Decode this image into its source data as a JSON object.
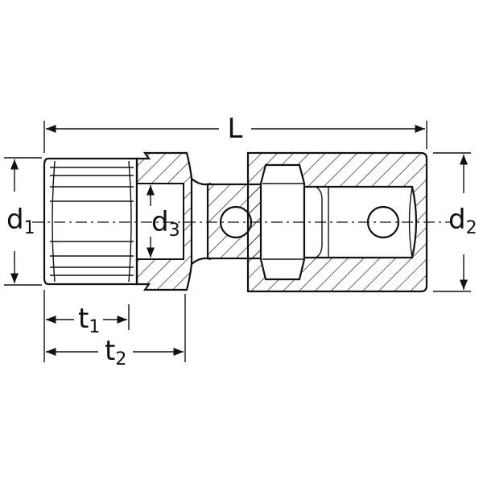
{
  "labels": {
    "L": "L",
    "d1_main": "d",
    "d1_sub": "1",
    "d2_main": "d",
    "d2_sub": "2",
    "d3_main": "d",
    "d3_sub": "3",
    "t1_main": "t",
    "t1_sub": "1",
    "t2_main": "t",
    "t2_sub": "2"
  }
}
